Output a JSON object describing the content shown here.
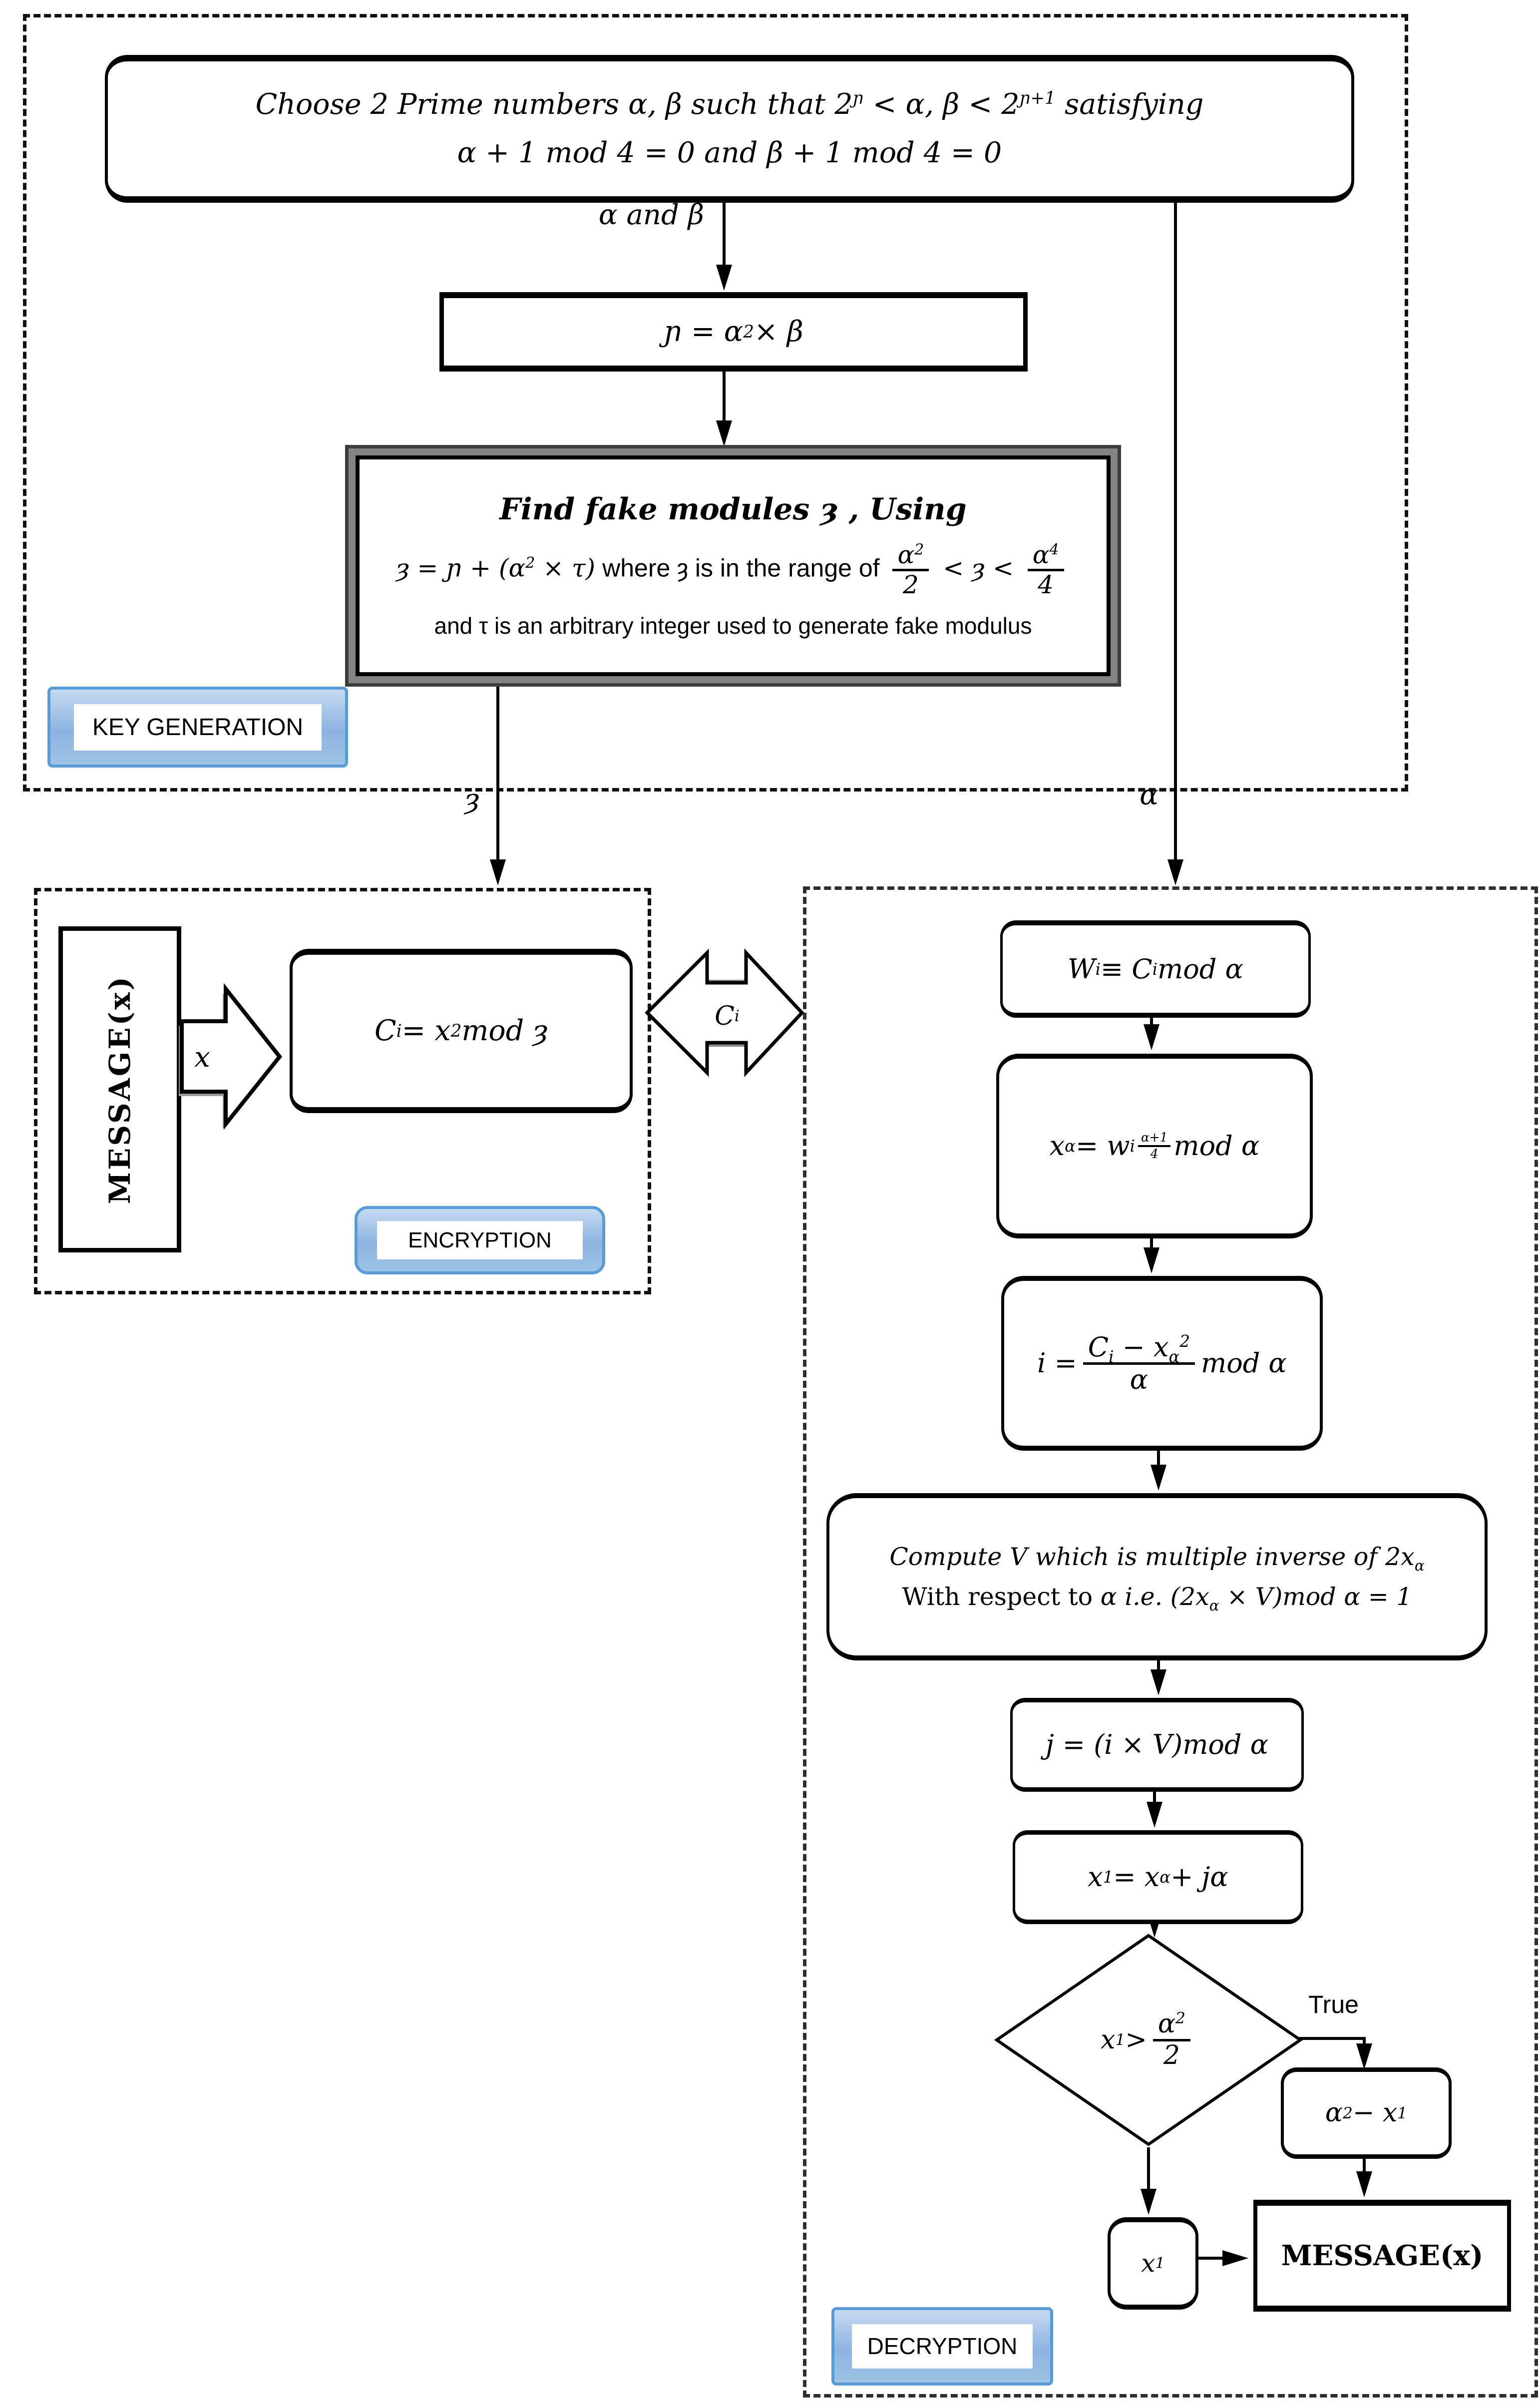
{
  "colors": {
    "label_fill": "#9dc3e6",
    "label_border": "#5b9bd5",
    "line": "#000000",
    "shadow_gray": "#848484"
  },
  "keygen": {
    "section_label": "KEY GENERATION",
    "prime_box": {
      "line1": [
        {
          "t": "Choose 2 Prime numbers α, β such that 2"
        },
        {
          "sup": "ɲ"
        },
        {
          "t": " < α, β < 2"
        },
        {
          "sup": "ɲ+1"
        },
        {
          "t": "  satisfying"
        }
      ],
      "line2": [
        {
          "t": "α + 1 mod 4 = 0 and β + 1 mod 4 = 0"
        }
      ]
    },
    "alpha_beta_label": "α and β",
    "modulus_box": [
      {
        "t": "ɲ = α"
      },
      {
        "sup": "2"
      },
      {
        "t": " × β"
      }
    ],
    "fake_box": {
      "line1": [
        {
          "t": "Find fake modules ȝ , Using"
        }
      ],
      "line2": [
        {
          "t": "ȝ = ɲ + (α"
        },
        {
          "sup": "2"
        },
        {
          "t": " × τ)"
        },
        {
          "s": "  where ȝ is in the range of  "
        },
        {
          "frac": {
            "num": [
              {
                "t": "α"
              },
              {
                "sup": "2"
              }
            ],
            "den": [
              {
                "t": "2"
              }
            ]
          }
        },
        {
          "t": " < ȝ < "
        },
        {
          "frac": {
            "num": [
              {
                "t": "α"
              },
              {
                "sup": "4"
              }
            ],
            "den": [
              {
                "t": "4"
              }
            ]
          }
        }
      ],
      "line3": [
        {
          "s": "and τ is an arbitrary integer used to generate fake modulus"
        }
      ]
    },
    "out_left_label": "ȝ",
    "out_right_label": "α"
  },
  "encryption": {
    "section_label": "ENCRYPTION",
    "message_label": "MESSAGE(x)",
    "x_arrow_label": "x",
    "cipher_box": [
      {
        "t": "C"
      },
      {
        "sub": "i"
      },
      {
        "t": " = x"
      },
      {
        "sup": "2"
      },
      {
        "t": " mod ȝ"
      }
    ],
    "cipher_arrow_label": [
      {
        "t": "C"
      },
      {
        "sub": "i"
      }
    ]
  },
  "decryption": {
    "section_label": "DECRYPTION",
    "w_box": [
      {
        "t": "W"
      },
      {
        "sub": "i"
      },
      {
        "t": " ≡ C"
      },
      {
        "sub": "i"
      },
      {
        "t": " mod α"
      }
    ],
    "xa_box": [
      {
        "t": "x"
      },
      {
        "sub": "α"
      },
      {
        "t": " = w"
      },
      {
        "sub": "i"
      },
      {
        "supfrac": {
          "num": "α+1",
          "den": "4"
        }
      },
      {
        "t": " mod α"
      }
    ],
    "i_box": [
      {
        "t": "i = "
      },
      {
        "frac": {
          "num": [
            {
              "t": "C"
            },
            {
              "sub": "i"
            },
            {
              "t": " − x"
            },
            {
              "sub": "α"
            },
            {
              "sup": "2"
            }
          ],
          "den": [
            {
              "t": "α"
            }
          ]
        }
      },
      {
        "t": " mod α"
      }
    ],
    "v_box": {
      "line1": [
        {
          "t": "Compute V which is  multiple inverse of 2x"
        },
        {
          "sub": "α"
        }
      ],
      "line2": [
        {
          "r": "With respect to "
        },
        {
          "t": "α i.e. (2x"
        },
        {
          "sub": "α"
        },
        {
          "t": " × V)mod α = 1"
        }
      ]
    },
    "j_box": [
      {
        "t": "j = (i × V)mod α"
      }
    ],
    "x1_assign_box": [
      {
        "t": "x"
      },
      {
        "sub": "1"
      },
      {
        "t": " = x"
      },
      {
        "sub": "α"
      },
      {
        "t": " + jα"
      }
    ],
    "decision": [
      {
        "t": "x"
      },
      {
        "sub": "1"
      },
      {
        "t": " > "
      },
      {
        "frac": {
          "num": [
            {
              "t": "α"
            },
            {
              "sup": "2"
            }
          ],
          "den": [
            {
              "t": "2"
            }
          ]
        }
      }
    ],
    "true_label": "True",
    "a2_box": [
      {
        "t": "α"
      },
      {
        "sup": "2"
      },
      {
        "t": " − x"
      },
      {
        "sub": "1"
      }
    ],
    "x1_out_box": [
      {
        "t": "x"
      },
      {
        "sub": "1"
      }
    ],
    "message_box": "MESSAGE(x)"
  }
}
